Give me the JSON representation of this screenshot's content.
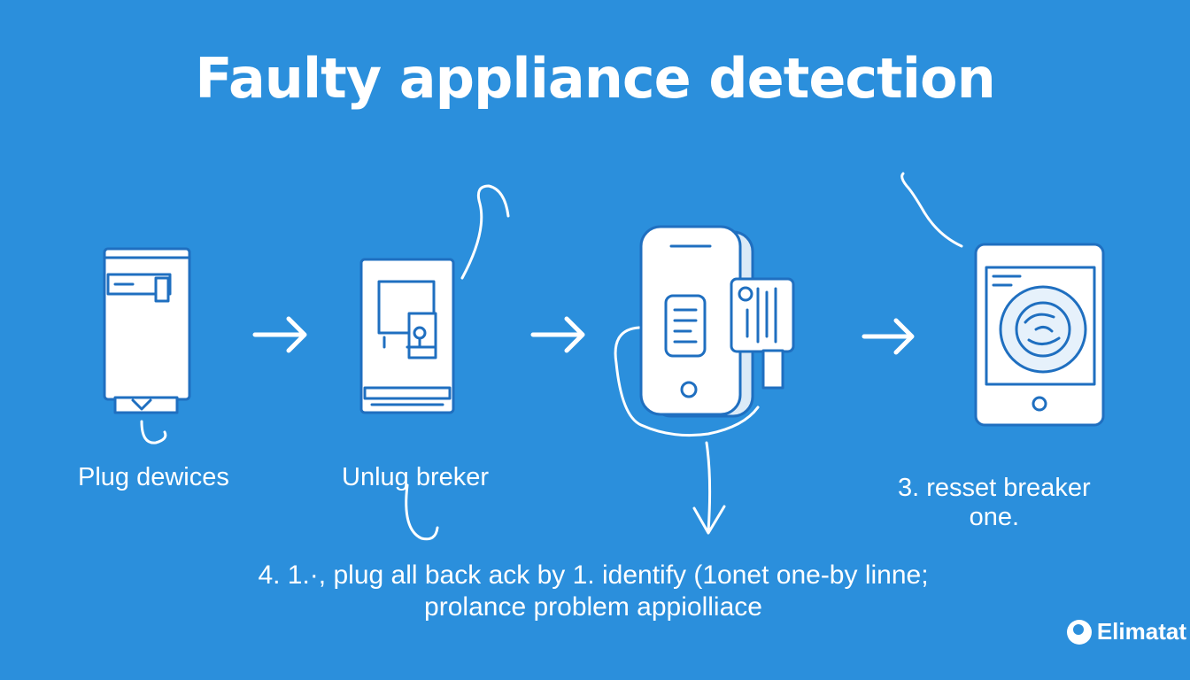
{
  "title": "Faulty appliance detection",
  "steps": [
    {
      "label": "Plug dewices",
      "icon": "breaker-panel-icon"
    },
    {
      "label": "Unlug breker",
      "icon": "switch-box-icon"
    },
    {
      "label": "",
      "icon": "smartphone-device-icon"
    },
    {
      "label_line1": "3. resset breaker",
      "label_line2": "one.",
      "icon": "tablet-icon"
    }
  ],
  "footer": {
    "line1": "4. 1.·, plug all back ack by 1. identify (1onet one-by linne;",
    "line2": "prolance problem appiolliace"
  },
  "brand": "Elimatat",
  "colors": {
    "background": "#2b8fdc",
    "stroke": "#ffffff",
    "accent": "#1f6fc0"
  }
}
